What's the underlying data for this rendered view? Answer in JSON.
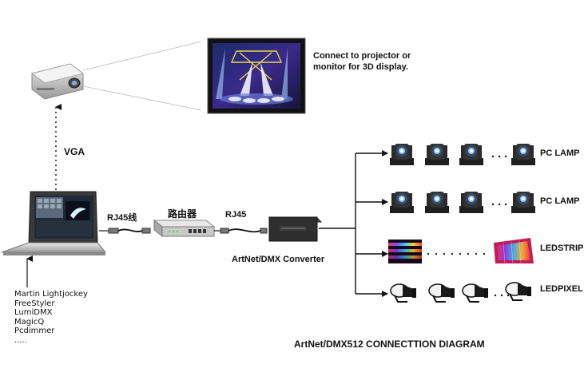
{
  "labels": {
    "projector_note": [
      "Connect to projector or",
      "monitor for 3D display."
    ],
    "vga": "VGA",
    "rj45_cn": "RJ45线",
    "router": "路由器",
    "rj45": "RJ45",
    "converter": "ArtNet/DMX Converter",
    "diagram_title": "ArtNet/DMX512 CONNECTTION DIAGRAM"
  },
  "software": [
    "Martin Lightjockey",
    "FreeStyler",
    "LumiDMX",
    "MagicQ",
    "Pcdimmer",
    "....."
  ],
  "outputs": [
    {
      "label": "PC LAMP",
      "type": "moving-head"
    },
    {
      "label": "PC LAMP",
      "type": "moving-head"
    },
    {
      "label": "LEDSTRIP",
      "type": "led-strip"
    },
    {
      "label": "LEDPIXEL",
      "type": "par-can"
    }
  ],
  "colors": {
    "line": "#111111",
    "dotted": "#444444",
    "device_dark": "#2a2a2a",
    "device_silver": "#c9c9c9"
  }
}
